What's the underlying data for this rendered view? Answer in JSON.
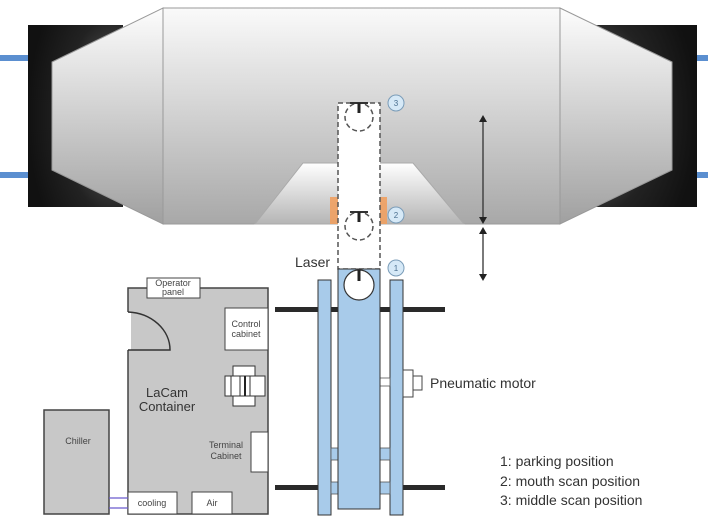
{
  "diagram": {
    "labels": {
      "laser": "Laser",
      "pneumatic_motor": "Pneumatic motor",
      "operator_panel_line1": "Operator",
      "operator_panel_line2": "panel",
      "control_cabinet_line1": "Control",
      "control_cabinet_line2": "cabinet",
      "container_line1": "LaCam",
      "container_line2": "Container",
      "terminal_cabinet_line1": "Terminal",
      "terminal_cabinet_line2": "Cabinet",
      "chiller": "Chiller",
      "cooling": "cooling",
      "air": "Air"
    },
    "position_markers": [
      {
        "number": "1"
      },
      {
        "number": "2"
      },
      {
        "number": "3"
      }
    ],
    "legend": [
      "1: parking position",
      "2: mouth scan position",
      "3: middle scan position"
    ],
    "colors": {
      "rail_blue": "#a8cbea",
      "pipe_blue": "#5b8fd0",
      "container_gray": "#c8c8c8",
      "orange_mark": "#f0a060",
      "marker_fill": "#d6e9f7"
    }
  }
}
